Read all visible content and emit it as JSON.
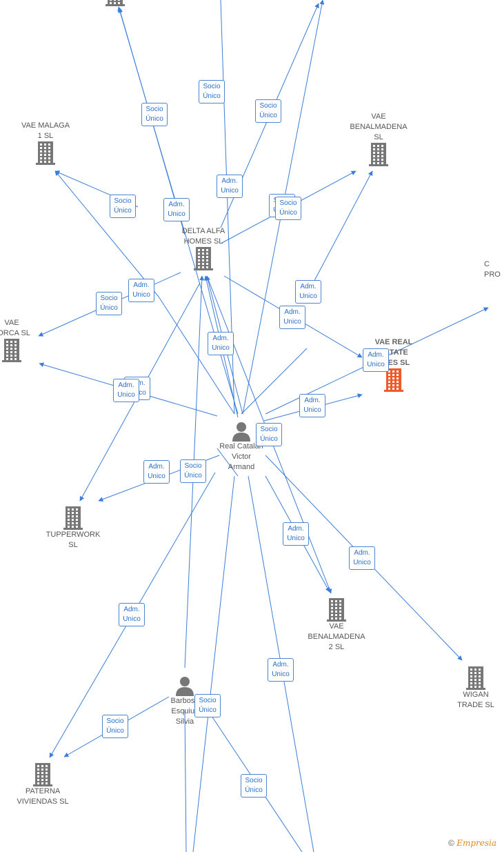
{
  "accent_color": "#3b7dd8",
  "building_color": "#777777",
  "highlight_color": "#f05a28",
  "nodes": [
    {
      "id": "top",
      "label": "",
      "kind": "building"
    },
    {
      "id": "vaemalaga",
      "label": "VAE MALAGA\n1  SL",
      "kind": "building"
    },
    {
      "id": "vaebenal",
      "label": "VAE\nBENALMADENA\nSL",
      "kind": "building"
    },
    {
      "id": "delta",
      "label": "DELTA ALFA\nHOMES  SL",
      "kind": "building"
    },
    {
      "id": "cpro",
      "label": "C\nPRO",
      "kind": "text"
    },
    {
      "id": "vaelorca",
      "label": "VAE\nLORCA  SL",
      "kind": "building"
    },
    {
      "id": "vaereal",
      "label": "VAE REAL\nESTATE\nTRES  SL",
      "kind": "building-main"
    },
    {
      "id": "real",
      "label": "Real Catalan\nVictor\nArmand",
      "kind": "person"
    },
    {
      "id": "tupper",
      "label": "TUPPERWORK\nSL",
      "kind": "building"
    },
    {
      "id": "vaebenal2",
      "label": "VAE\nBENALMADENA\n2  SL",
      "kind": "building"
    },
    {
      "id": "wigan",
      "label": "WIGAN\nTRADE  SL",
      "kind": "building"
    },
    {
      "id": "barbosa",
      "label": "Barbosa\nEsquius\nSilvia",
      "kind": "person"
    },
    {
      "id": "paterna",
      "label": "PATERNA\nVIVIENDAS  SL",
      "kind": "building"
    }
  ],
  "badges": [
    "Socio\nÚnico",
    "Socio\nÚnico",
    "Socio\nÚnico",
    "Adm.\nUnico",
    "Socio\nÚnico",
    "Adm.\nUnico",
    "Socio\nÚnico",
    "Socio\nÚnico",
    "Adm.\nUnico",
    "Adm.\nUnico",
    "Socio\nÚnico",
    "Adm.\nUnico",
    "Adm.\nUnico",
    "Adm.\nUnico",
    "Adm.\nUnico",
    "Adm.\nUnico",
    "Socio\nÚnico",
    "Adm.\nUnico",
    "Socio\nÚnico",
    "Adm.\nUnico",
    "Adm.\nUnico",
    "Adm.\nUnico",
    "Adm.\nUnico",
    "Socio\nÚnico",
    "Adm.\nUnico",
    "Socio\nÚnico",
    "Socio\nÚnico"
  ],
  "footer": {
    "copyright": "©",
    "brand": "Empresia"
  }
}
